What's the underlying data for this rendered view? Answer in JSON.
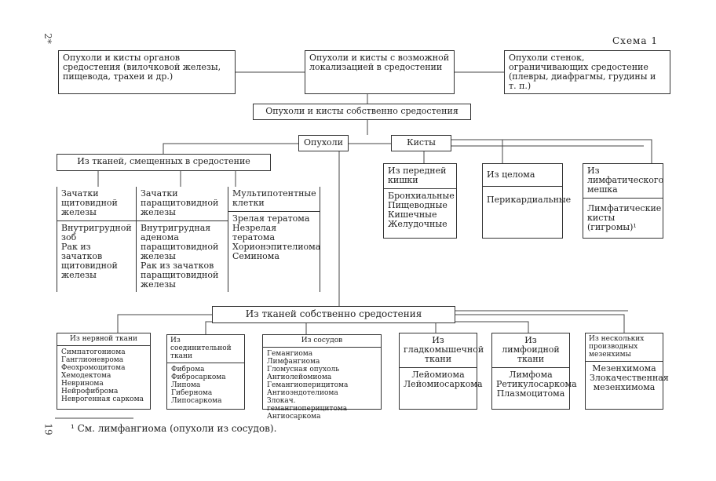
{
  "page_marks": {
    "top_left": "2*",
    "bottom_left": "19",
    "scheme": "Схема 1"
  },
  "top": {
    "left": "Опухоли и кисты органов средостения (вилочковой железы, пищевода, трахеи и др.)",
    "center": "Опухоли и кисты с возможной локализацией в средостении",
    "right": "Опухоли стенок, ограничивающих средостение (плевры, диафрагмы, грудины и т. п.)"
  },
  "own": "Опухоли и кисты собственно средостения",
  "tumors": "Опухоли",
  "cysts": "Кисты",
  "displaced": "Из тканей, смещенных в средостение",
  "displaced_groups": [
    {
      "header": "Зачатки щитовидной железы",
      "items": [
        "Внутригрудной зоб",
        "Рак из зачатков щитовидной железы"
      ]
    },
    {
      "header": "Зачатки паращитовидной железы",
      "items": [
        "Внутригрудная аденома паращитовидной железы",
        "Рак из зачатков паращитовидной железы"
      ]
    },
    {
      "header": "Мультипотентные клетки",
      "items": [
        "Зрелая тератома",
        "Незрелая тератома",
        "Хорионэпителиома",
        "Семинома"
      ]
    }
  ],
  "cyst_groups": [
    {
      "header": "Из передней кишки",
      "items": [
        "Бронхиальные",
        "Пищеводные",
        "Кишечные",
        "Желудочные"
      ]
    },
    {
      "header": "Из целома",
      "items": [
        "Перикардиальные"
      ]
    },
    {
      "header": "Из лимфатического мешка",
      "items": [
        "Лимфатические кисты (гигромы)¹"
      ]
    }
  ],
  "own_tissue": "Из тканей собственно средостения",
  "tissue_groups": [
    {
      "header": "Из нервной ткани",
      "items": [
        "Симпатогониома",
        "Ганглионеврома",
        "Феохромоцитома",
        "Хемодектома",
        "Невринома",
        "Нейрофиброма",
        "Неврогенная саркома"
      ]
    },
    {
      "header": "Из соединительной ткани",
      "items": [
        "Фиброма",
        "Фибросаркома",
        "Липома",
        "Гибернома",
        "Липосаркома"
      ]
    },
    {
      "header": "Из сосудов",
      "items": [
        "Гемангиома",
        "Лимфангиома",
        "Гломусная опухоль",
        "Ангиолейомиома",
        "Гемангиоперицитома",
        "Ангиоэндотелиома",
        "Злокач. гемангиоперицитома",
        "Ангиосаркома"
      ]
    },
    {
      "header": "Из гладкомышечной ткани",
      "items": [
        "Лейомиома",
        "Лейомиосаркома"
      ]
    },
    {
      "header": "Из лимфоидной ткани",
      "items": [
        "Лимфома",
        "Ретикулосаркома",
        "Плазмоцитома"
      ]
    },
    {
      "header": "Из нескольких производных мезенхимы",
      "items": [
        "Мезенхимома",
        "Злокачественная мезенхимома"
      ]
    }
  ],
  "footnote": "¹ См. лимфангиома (опухоли из сосудов)."
}
